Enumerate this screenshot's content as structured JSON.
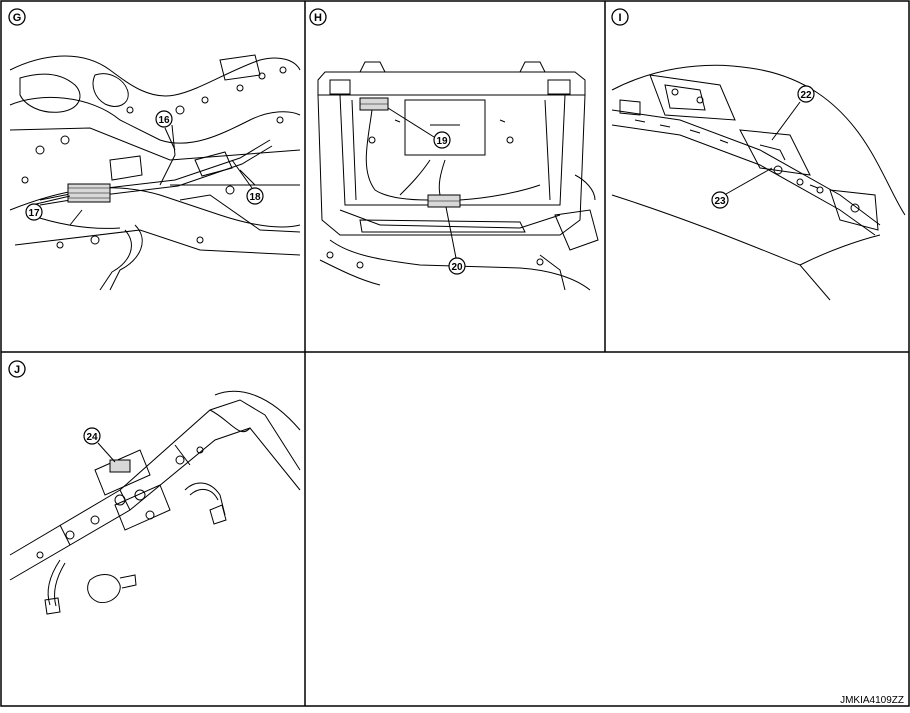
{
  "panels": [
    {
      "id": "G",
      "label": "G",
      "callouts": [
        "16",
        "17",
        "18"
      ]
    },
    {
      "id": "H",
      "label": "H",
      "callouts": [
        "19",
        "20"
      ]
    },
    {
      "id": "I",
      "label": "I",
      "callouts": [
        "22",
        "23"
      ]
    },
    {
      "id": "J",
      "label": "J",
      "callouts": [
        "24"
      ]
    }
  ],
  "reference_code": "JMKIA4109ZZ",
  "colors": {
    "line": "#000000",
    "background": "#ffffff"
  }
}
